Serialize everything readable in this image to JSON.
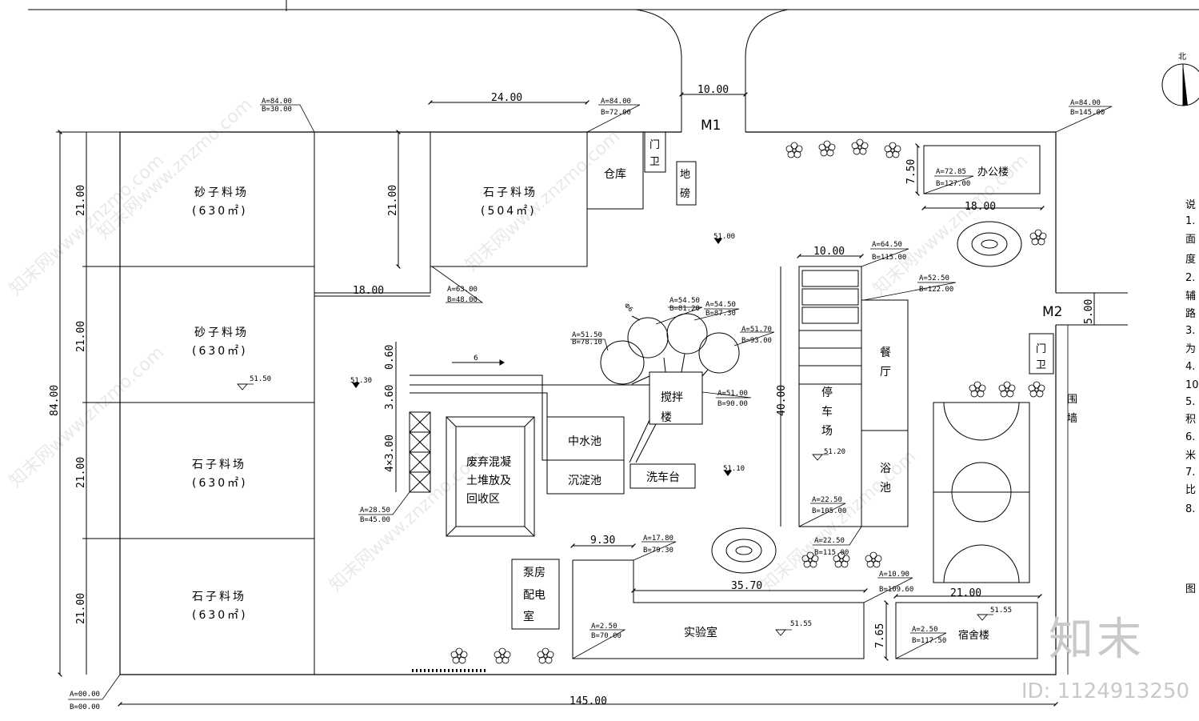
{
  "areas": {
    "sand1": {
      "name": "砂子料场",
      "area": "(630㎡)"
    },
    "sand2": {
      "name": "砂子料场",
      "area": "(630㎡)"
    },
    "stone1": {
      "name": "石子料场",
      "area": "(630㎡)"
    },
    "stone2": {
      "name": "石子料场",
      "area": "(630㎡)"
    },
    "stone3": {
      "name": "石子料场",
      "area": "(504㎡)"
    },
    "warehouse": "仓库",
    "guard1": "门卫",
    "guard2": "门卫",
    "scale": "地磅",
    "office": "办公楼",
    "canteen": "餐厅",
    "bath": "浴池",
    "parking": "停车场",
    "mixing": "搅拌楼",
    "reclaimed_pool": "中水池",
    "settling_pool": "沉淀池",
    "car_wash": "洗车台",
    "waste": [
      "废弃混凝",
      "土堆放及",
      "回收区"
    ],
    "pump": [
      "泵房",
      "配电",
      "室"
    ],
    "lab": "实验室",
    "dorm": "宿舍楼",
    "wall": "围墙",
    "gate1": "M1",
    "gate2": "M2"
  },
  "dims": {
    "total_w": "145.00",
    "total_h": "84.00",
    "row": "21.00",
    "yard_w": "24.00",
    "yard_h": "21.00",
    "gap": "18.00",
    "gate1_w": "10.00",
    "office_w": "18.00",
    "office_h": "7.50",
    "parking_w": "10.00",
    "parking_h": "40.00",
    "gate2_w": "5.00",
    "lab_seg": "9.30",
    "lab_w": "35.70",
    "dorm_w": "21.00",
    "dorm_h": "7.65",
    "h060": "0.60",
    "h360": "3.60",
    "h4x3": "4×3.00",
    "arrow": "6",
    "silo_d": "Φ6"
  },
  "coords": {
    "c1": [
      "A=84.00",
      "B=30.00"
    ],
    "c2": [
      "A=84.00",
      "B=72.00"
    ],
    "c3": [
      "A=84.00",
      "B=145.00"
    ],
    "c4": [
      "A=63.00",
      "B=48.00"
    ],
    "c5": [
      "A=64.50",
      "B=115.00"
    ],
    "c6": [
      "A=52.50",
      "B=122.00"
    ],
    "c7": [
      "A=72.85",
      "B=127.00"
    ],
    "c8": [
      "A=51.50",
      "B=78.10"
    ],
    "c9": [
      "A=54.50",
      "B=81.20"
    ],
    "c10": [
      "A=54.50",
      "B=87.30"
    ],
    "c11": [
      "A=51.70",
      "B=93.00"
    ],
    "c12": [
      "A=51.00",
      "B=90.00"
    ],
    "c13": [
      "A=28.50",
      "B=45.00"
    ],
    "c14": [
      "A=22.50",
      "B=105.00"
    ],
    "c15": [
      "A=22.50",
      "B=115.00"
    ],
    "c16": [
      "A=17.80",
      "B=79.30"
    ],
    "c17": [
      "A=10.90",
      "B=109.60"
    ],
    "c18": [
      "A=2.50",
      "B=70.00"
    ],
    "c19": [
      "A=2.50",
      "B=117.50"
    ],
    "c20": [
      "A=00.00",
      "B=00.00"
    ]
  },
  "elevations": {
    "e1": "51.00",
    "e2": "51.50",
    "e3": "51.30",
    "e4": "51.10",
    "e5": "51.20",
    "e6": "51.55",
    "e7": "51.55"
  },
  "north": "北",
  "notes": [
    "说",
    "1.",
    "面",
    "度",
    "2.",
    "辅",
    "路",
    "3.",
    "为",
    "4.",
    "10",
    "5.",
    "积",
    "6.",
    "米",
    "7.",
    "比",
    "8.",
    "图"
  ],
  "watermark": "知末网www.znzmo.com",
  "brand": "知末",
  "image_id": "ID: 1124913250"
}
